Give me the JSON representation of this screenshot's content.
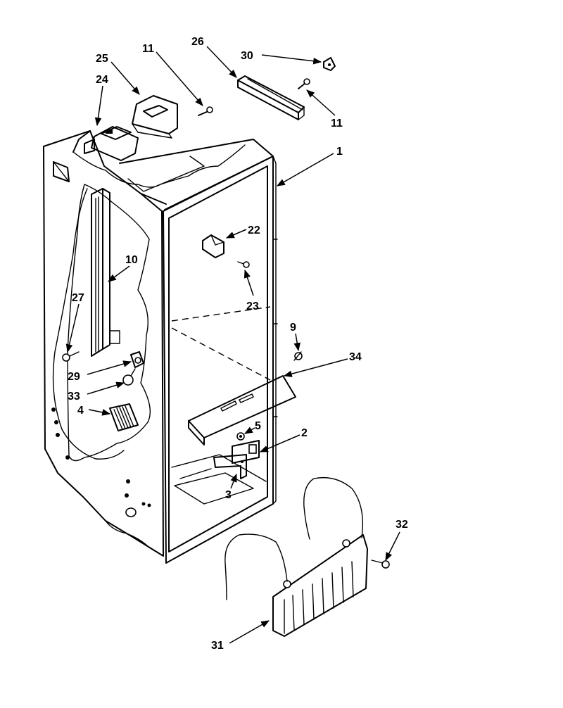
{
  "diagram": {
    "callouts": [
      {
        "id": "c1",
        "label": "1"
      },
      {
        "id": "c2",
        "label": "2"
      },
      {
        "id": "c3",
        "label": "3"
      },
      {
        "id": "c4",
        "label": "4"
      },
      {
        "id": "c5",
        "label": "5"
      },
      {
        "id": "c9",
        "label": "9"
      },
      {
        "id": "c10",
        "label": "10"
      },
      {
        "id": "c11a",
        "label": "11"
      },
      {
        "id": "c11b",
        "label": "11"
      },
      {
        "id": "c22",
        "label": "22"
      },
      {
        "id": "c23",
        "label": "23"
      },
      {
        "id": "c24",
        "label": "24"
      },
      {
        "id": "c25",
        "label": "25"
      },
      {
        "id": "c26",
        "label": "26"
      },
      {
        "id": "c27",
        "label": "27"
      },
      {
        "id": "c29",
        "label": "29"
      },
      {
        "id": "c30",
        "label": "30"
      },
      {
        "id": "c31",
        "label": "31"
      },
      {
        "id": "c32",
        "label": "32"
      },
      {
        "id": "c33",
        "label": "33"
      },
      {
        "id": "c34",
        "label": "34"
      }
    ]
  }
}
